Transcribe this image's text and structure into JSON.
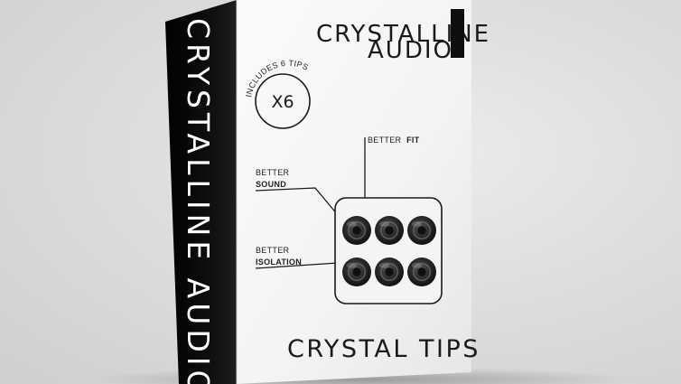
{
  "box": {
    "brand_line1": "CRYSTALLINE",
    "brand_line2": "AUDIO",
    "spine_text": "CRYSTALLINE AUDIO",
    "badge_arc_text": "INCLUDES 6 TIPS",
    "badge_count": "X6",
    "callouts": {
      "fit_prefix": "BETTER",
      "fit_word": "FIT",
      "sound_prefix": "BETTER",
      "sound_word": "SOUND",
      "isolation_prefix": "BETTER",
      "isolation_word": "ISOLATION"
    },
    "product_name": "CRYSTAL TIPS",
    "tips_count": 6
  },
  "colors": {
    "spine": "#0b0b0b",
    "front": "#f6f6f6",
    "tip": "#2a2a2a"
  }
}
